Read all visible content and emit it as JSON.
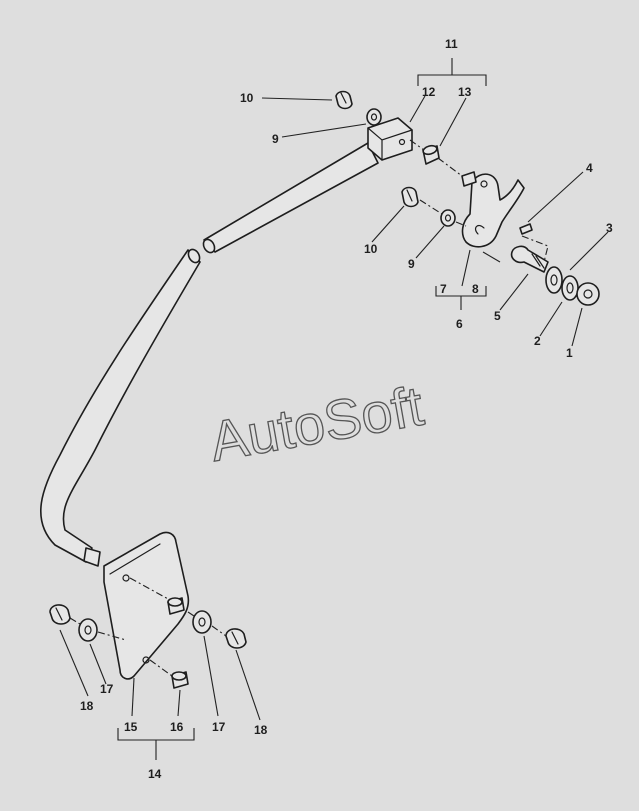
{
  "watermark": "AutoSoft",
  "callouts": {
    "c1": "1",
    "c2": "2",
    "c3": "3",
    "c4": "4",
    "c5": "5",
    "c6": "6",
    "c7": "7",
    "c8": "8",
    "c9a": "9",
    "c9b": "9",
    "c10a": "10",
    "c10b": "10",
    "c11": "11",
    "c12": "12",
    "c13": "13",
    "c14": "14",
    "c15": "15",
    "c16": "16",
    "c17a": "17",
    "c17b": "17",
    "c18a": "18",
    "c18b": "18"
  }
}
